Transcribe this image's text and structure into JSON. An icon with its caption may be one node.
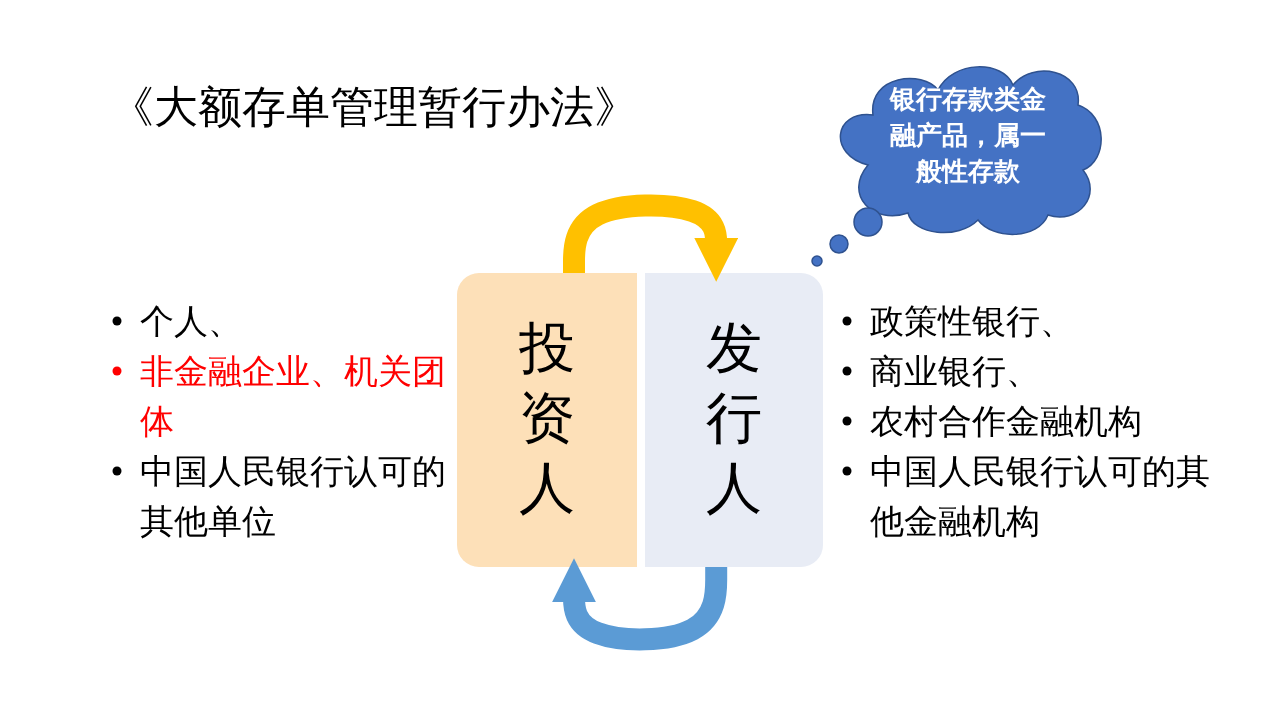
{
  "diagram": {
    "title": "《大额存单管理暂行办法》",
    "nodes": [
      {
        "text": [
          "投资人"
        ],
        "beside": [
          "个人、",
          "非金融企业、机关团体",
          "中国人民银行认可的其他单位"
        ]
      },
      {
        "text": [
          "发行人"
        ],
        "beside": [
          "政策性银行、",
          "商业银行、",
          "农村合作金融机构",
          "中国人民银行认可的其他金融机构"
        ]
      },
      {
        "text": [
          "银行存款类金融产品，属一般性存款"
        ]
      }
    ],
    "edges": [
      {
        "from": 0,
        "to": 1,
        "arrow": "to",
        "color": "#ffc000"
      },
      {
        "from": 1,
        "to": 0,
        "arrow": "to",
        "color": "#5b9bd5"
      }
    ]
  }
}
